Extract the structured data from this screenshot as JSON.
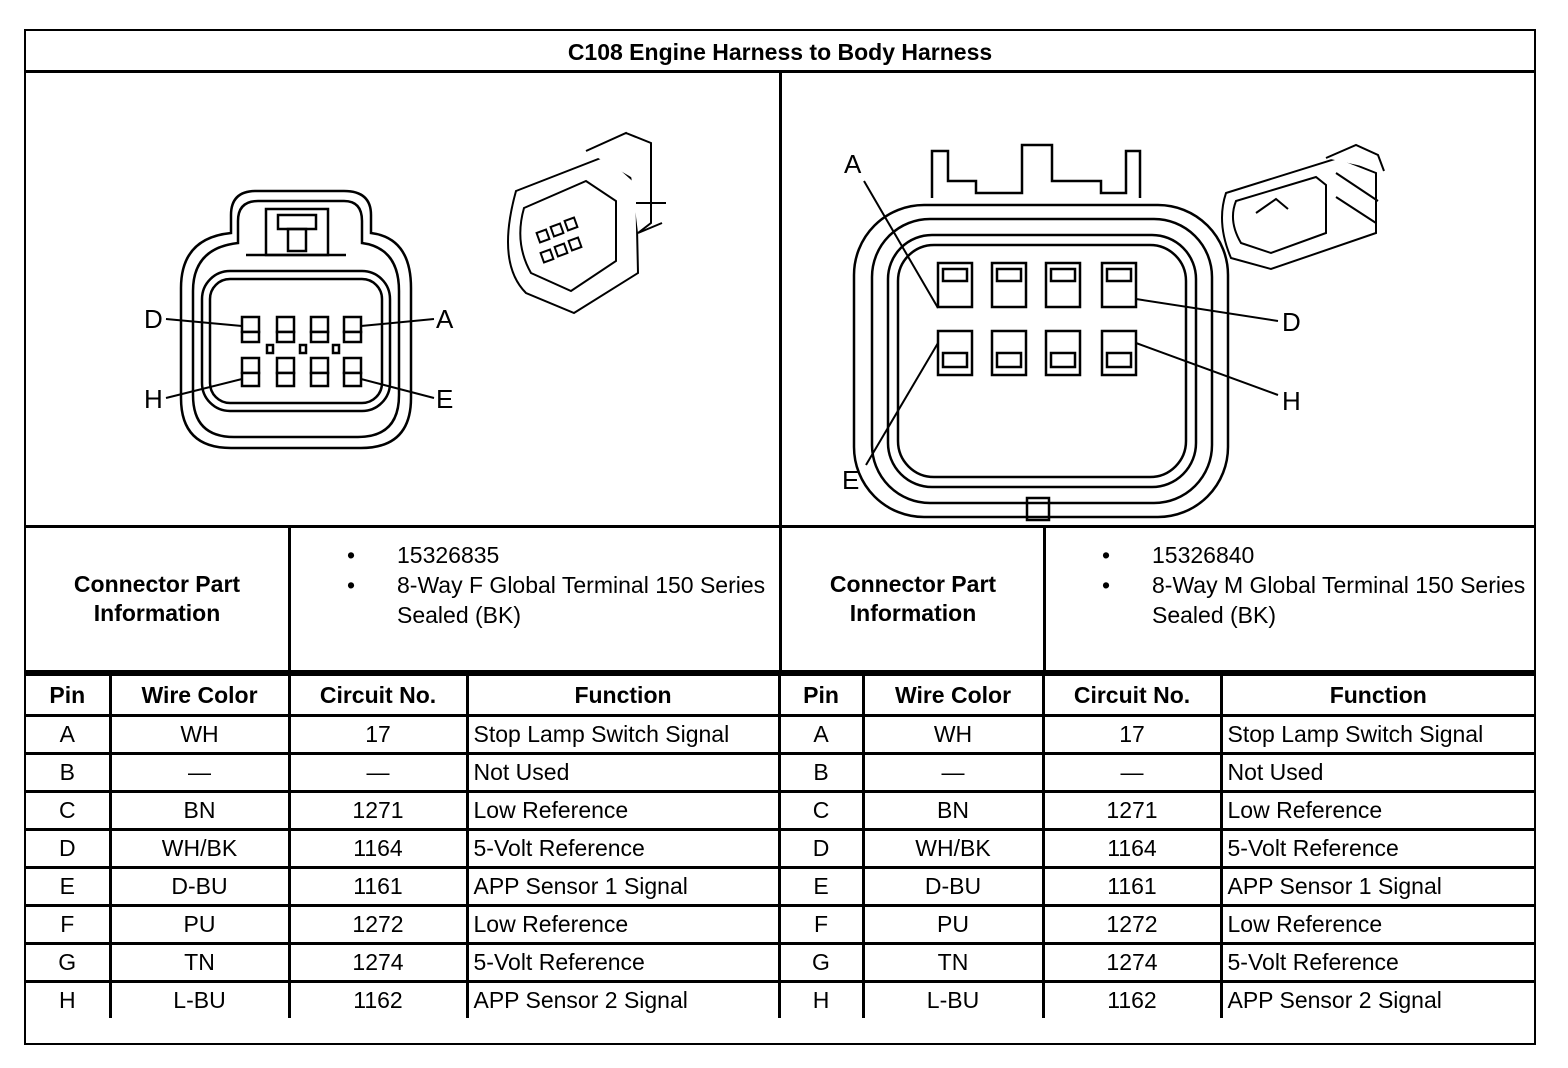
{
  "title": "C108 Engine Harness to Body Harness",
  "connectors": [
    {
      "side": "female",
      "info_label": "Connector Part Information",
      "part_number": "15326835",
      "description": "8-Way F Global Terminal 150 Series Sealed (BK)",
      "callouts": [
        "A",
        "D",
        "E",
        "H"
      ]
    },
    {
      "side": "male",
      "info_label": "Connector Part Information",
      "part_number": "15326840",
      "description": "8-Way M Global Terminal 150 Series Sealed (BK)",
      "callouts": [
        "A",
        "D",
        "E",
        "H"
      ]
    }
  ],
  "table": {
    "headers": [
      "Pin",
      "Wire Color",
      "Circuit No.",
      "Function"
    ],
    "rows": [
      {
        "pin": "A",
        "wire": "WH",
        "circuit": "17",
        "function": "Stop Lamp Switch Signal"
      },
      {
        "pin": "B",
        "wire": "—",
        "circuit": "—",
        "function": "Not Used"
      },
      {
        "pin": "C",
        "wire": "BN",
        "circuit": "1271",
        "function": "Low Reference"
      },
      {
        "pin": "D",
        "wire": "WH/BK",
        "circuit": "1164",
        "function": "5-Volt Reference"
      },
      {
        "pin": "E",
        "wire": "D-BU",
        "circuit": "1161",
        "function": "APP Sensor 1 Signal"
      },
      {
        "pin": "F",
        "wire": "PU",
        "circuit": "1272",
        "function": "Low Reference"
      },
      {
        "pin": "G",
        "wire": "TN",
        "circuit": "1274",
        "function": "5-Volt Reference"
      },
      {
        "pin": "H",
        "wire": "L-BU",
        "circuit": "1162",
        "function": "APP Sensor 2 Signal"
      }
    ]
  }
}
